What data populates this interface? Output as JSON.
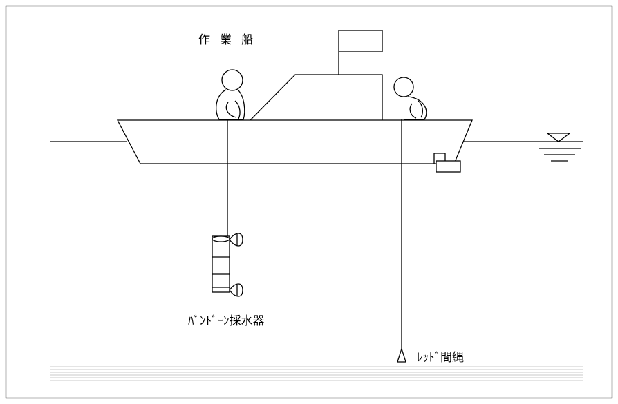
{
  "labels": {
    "boat": "作業船",
    "sampler": "ﾊﾞﾝﾄﾞｰﾝ採水器",
    "lead_line": "ﾚｯﾄﾞ間縄"
  },
  "icons": {
    "water_level": "water-level-triangle-icon"
  }
}
